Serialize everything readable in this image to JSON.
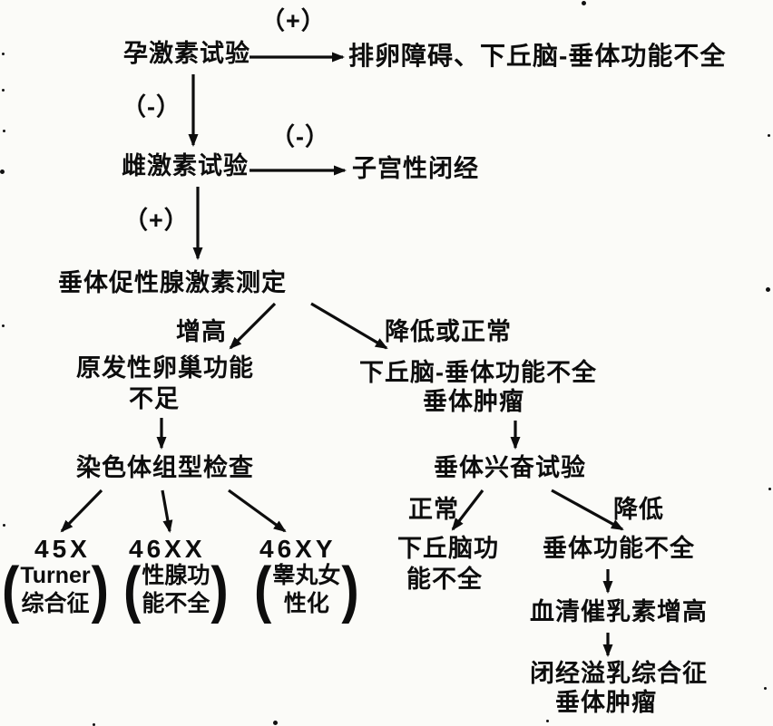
{
  "page": {
    "background": "#fbfbf8",
    "ink": "#0d0d0d"
  },
  "flowchart": {
    "step1": {
      "test": "孕激素试验",
      "positive_label": "（+）",
      "positive_result": "排卵障碍、下丘脑-垂体功能不全",
      "negative_label": "（-）"
    },
    "step2": {
      "test": "雌激素试验",
      "negative_label": "（-）",
      "negative_result": "子宫性闭经",
      "positive_label": "（+）"
    },
    "step3": {
      "test": "垂体促性腺激素测定",
      "elevated_label": "增高",
      "low_normal_label": "降低或正常"
    },
    "left_branch": {
      "diagnosis_line1": "原发性卵巢功能",
      "diagnosis_line2": "不足",
      "exam": "染色体组型检查",
      "karyotypes": [
        {
          "code": "45X",
          "line1": "Turner",
          "line2": "综合征"
        },
        {
          "code": "46XX",
          "line1": "性腺功",
          "line2": "能不全"
        },
        {
          "code": "46XY",
          "line1": "睾丸女",
          "line2": "性化"
        }
      ]
    },
    "right_branch": {
      "diagnosis_line1": "下丘脑-垂体功能不全",
      "diagnosis_line2": "垂体肿瘤",
      "test": "垂体兴奋试验",
      "normal_label": "正常",
      "normal_result_line1": "下丘脑功",
      "normal_result_line2": "能不全",
      "low_label": "降低",
      "low_result": "垂体功能不全",
      "prolactin_result": "血清催乳素增高",
      "final_line1": "闭经溢乳综合征",
      "final_line2": "垂体肿瘤"
    },
    "decor": {
      "open_paren": "(",
      "close_paren": ")"
    }
  }
}
